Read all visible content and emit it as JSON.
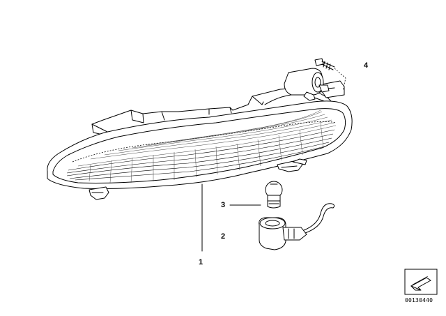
{
  "parts": {
    "housing": "1",
    "socket": "2",
    "bulb": "3",
    "screw": "4"
  },
  "diagram_id": "00130440",
  "icons": [
    "nav-arrow-icon"
  ]
}
